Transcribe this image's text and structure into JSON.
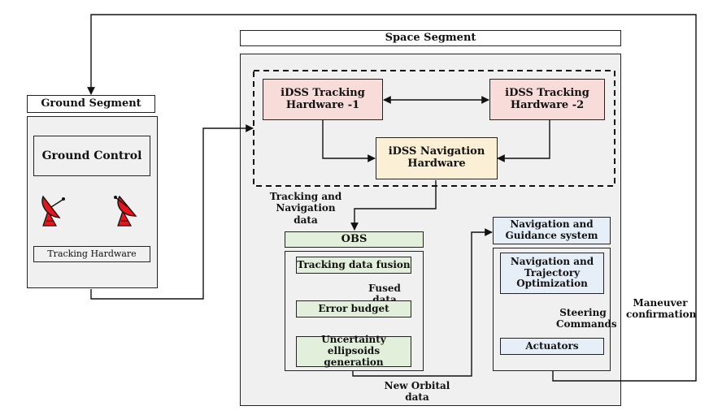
{
  "ground": {
    "title": "Ground Segment",
    "control": "Ground Control",
    "hardware": "Tracking Hardware",
    "icon": "satellite-dish-icon"
  },
  "space": {
    "title": "Space Segment",
    "hw1": "iDSS Tracking Hardware -1",
    "hw2": "iDSS Tracking Hardware -2",
    "nav_hw": "iDSS Navigation Hardware",
    "tracking_label": "Tracking and Navigation data",
    "obs": {
      "title": "OBS",
      "fusion": "Tracking data fusion",
      "fused_label": "Fused data",
      "budget": "Error budget",
      "ellipsoids": "Uncertainty ellipsoids generation"
    },
    "new_orbital_label": "New Orbital data",
    "ngs": {
      "title": "Navigation and Guidance system",
      "nto": "Navigation and Trajectory Optimization",
      "steering_label": "Steering Commands",
      "actuators": "Actuators"
    }
  },
  "maneuver_label": "Maneuver confirmation",
  "colors": {
    "blue_fill": "#cfe9f7",
    "red_fill": "#f8dcd9",
    "yellow_fill": "#fbf0d5",
    "green_fill": "#e2efda",
    "lav_fill": "#d7dcf2",
    "light_blue_fill": "#e6eef8",
    "dish_red": "#e8141b"
  }
}
